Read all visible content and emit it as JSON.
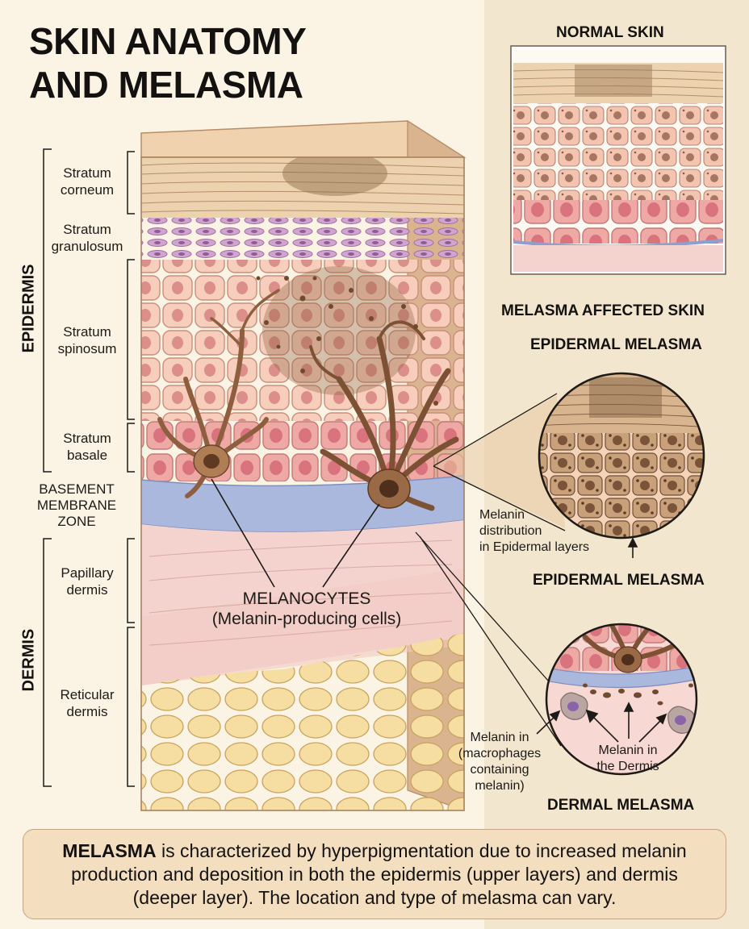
{
  "title": {
    "line1": "SKIN ANATOMY",
    "line2": "AND MELASMA"
  },
  "sections": {
    "epidermis": "EPIDERMIS",
    "dermis": "DERMIS"
  },
  "layers": {
    "stratum_corneum": [
      "Stratum",
      "corneum"
    ],
    "stratum_granulosum": [
      "Stratum",
      "granulosum"
    ],
    "stratum_spinosum": [
      "Stratum",
      "spinosum"
    ],
    "stratum_basale": [
      "Stratum",
      "basale"
    ],
    "basement_membrane": [
      "BASEMENT",
      "MEMBRANE",
      "ZONE"
    ],
    "papillary_dermis": [
      "Papillary",
      "dermis"
    ],
    "reticular_dermis": [
      "Reticular",
      "dermis"
    ]
  },
  "melanocytes": {
    "title": "MELANOCYTES",
    "subtitle": "(Melanin-producing cells)"
  },
  "panels": {
    "normal_skin": "NORMAL SKIN",
    "affected_skin": "MELASMA AFFECTED SKIN",
    "epidermal_header": "EPIDERMAL MELASMA",
    "epidermal_caption": "EPIDERMAL MELASMA",
    "epidermal_note": [
      "Melanin",
      "distribution",
      "in Epidermal layers"
    ],
    "dermal_caption": "DERMAL MELASMA",
    "macrophage_note": [
      "Melanin in",
      "(macrophages",
      "containing",
      "melanin)"
    ],
    "dermis_note": [
      "Melanin in",
      "the Dermis"
    ]
  },
  "summary": {
    "bold": "MELASMA",
    "text": " is characterized by hyperpigmentation due to increased melanin production and deposition in both the epidermis (upper layers) and dermis (deeper layer). The location and type of melasma can vary."
  },
  "colors": {
    "background": "#fbf3e4",
    "panel": "#f3e6cf",
    "corneum": "#ecd2ae",
    "granulosum": "#c9a0c8",
    "spinosum": "#f2c2ae",
    "basale": "#eaa8a0",
    "membrane": "#a9b8dc",
    "dermis": "#f4d3cf",
    "fat": "#f0d591",
    "melanin": "#8a6247"
  }
}
